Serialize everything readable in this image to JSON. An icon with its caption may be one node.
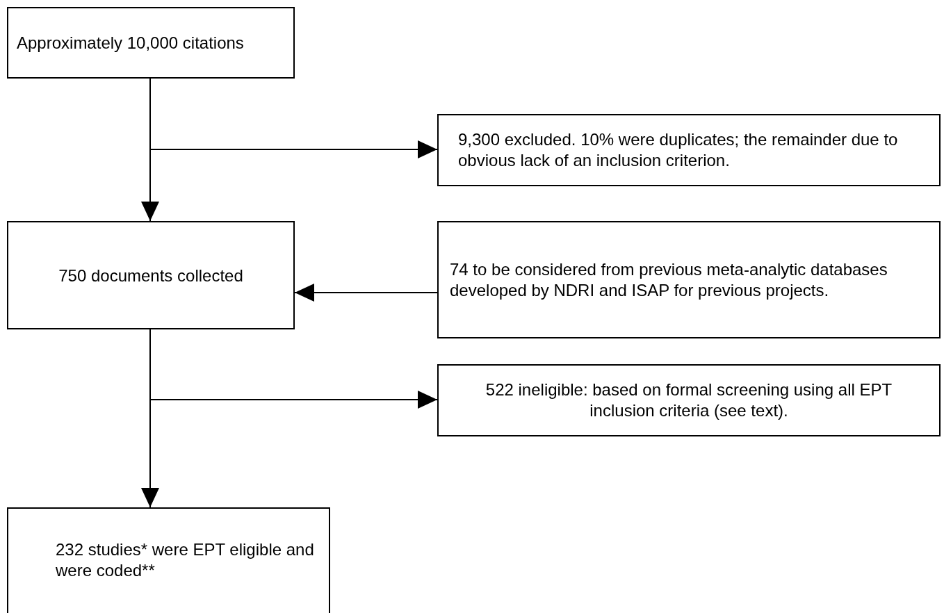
{
  "diagram": {
    "nodes": [
      {
        "text": [
          "Approximately 10,000 citations"
        ]
      },
      {
        "text": [
          "9,300 excluded. 10% were duplicates; the remainder due to obvious lack of an inclusion criterion."
        ]
      },
      {
        "text": [
          "750 documents collected"
        ]
      },
      {
        "text": [
          "74 to be considered from previous meta-analytic databases developed by NDRI and ISAP for previous projects."
        ]
      },
      {
        "text": [
          "522 ineligible: based on formal screening using all EPT inclusion criteria (see text)."
        ]
      },
      {
        "text": [
          "232 studies* were EPT eligible and were coded**"
        ]
      }
    ],
    "edges": [
      {
        "from": 0,
        "to": 2,
        "arrow": "to"
      },
      {
        "from": 0,
        "to": 1,
        "arrow": "to"
      },
      {
        "from": 3,
        "to": 2,
        "arrow": "to"
      },
      {
        "from": 2,
        "to": 4,
        "arrow": "to"
      },
      {
        "from": 2,
        "to": 5,
        "arrow": "to"
      }
    ]
  }
}
